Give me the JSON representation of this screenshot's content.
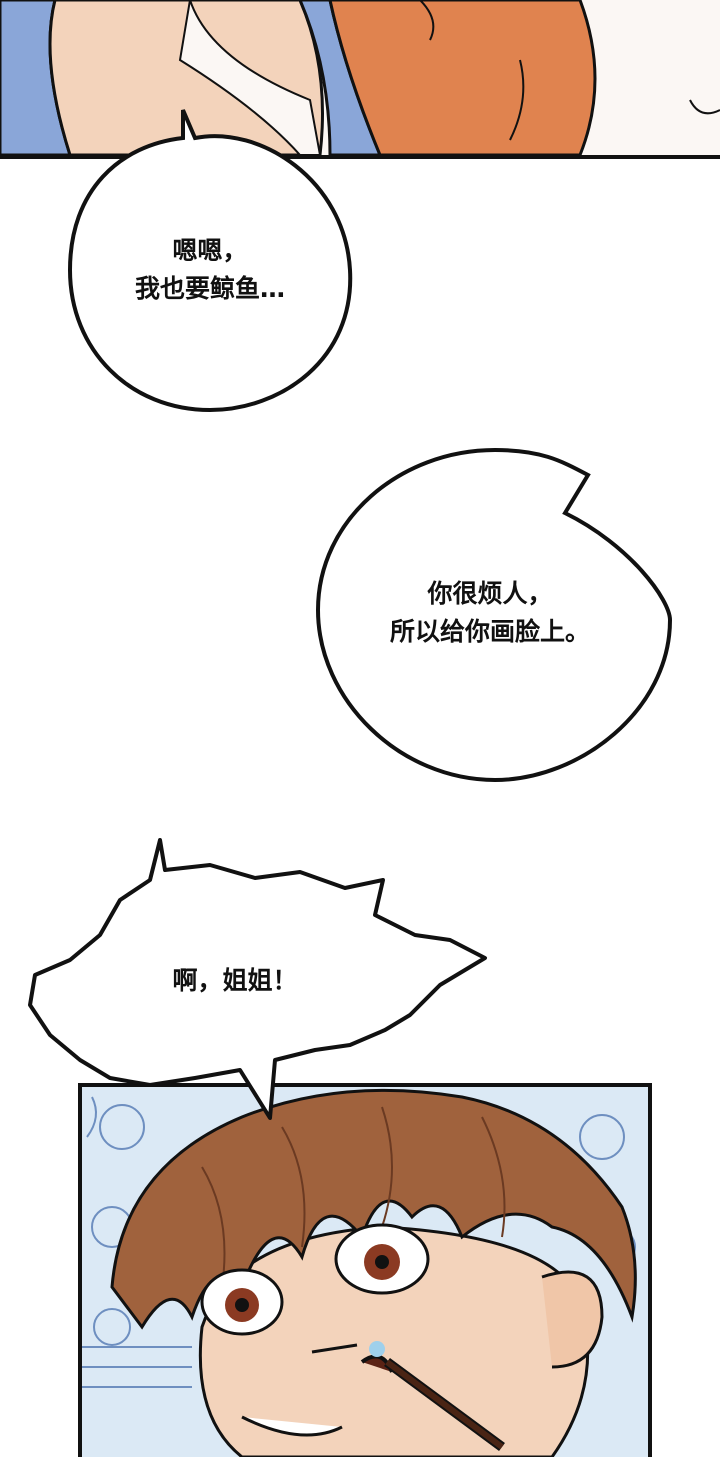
{
  "bubbles": [
    {
      "lines": [
        "嗯嗯，",
        "我也要鲸鱼…"
      ]
    },
    {
      "lines": [
        "你很烦人，",
        "所以给你画脸上。"
      ]
    },
    {
      "lines": [
        "啊，姐姐！"
      ]
    }
  ],
  "colors": {
    "outline": "#111111",
    "skin": "#f3d3bb",
    "hair": "#a0623d",
    "shirt_blue": "#8aa6d8",
    "shirt_orange": "#e0834f",
    "panel_bg_blue": "#dbe9f5"
  }
}
